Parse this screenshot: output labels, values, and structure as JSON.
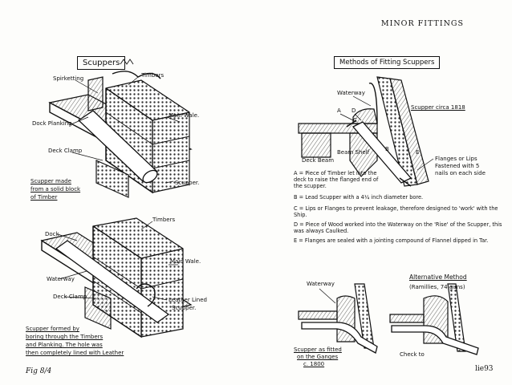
{
  "header": {
    "title": "MINOR FITTINGS"
  },
  "footer": {
    "figure": "Fig 8/4",
    "page": "lie93"
  },
  "left": {
    "title": "Scuppers",
    "top": {
      "labels": [
        "Spirketting",
        "Timbers",
        "Dock Planking",
        "Main Wale.",
        "Deck Clamp",
        "Scupper."
      ],
      "caption": [
        "Scupper made",
        "from a solid block",
        "of Timber"
      ]
    },
    "bottom": {
      "labels": [
        "Timbers",
        "Dock",
        "Main Wale.",
        "Waterway",
        "Deck Clamp",
        "Leather Lined",
        "Scupper."
      ],
      "caption": [
        "Scupper formed by",
        "boring through the Timbers",
        "and Planking. The hole was",
        "then completely lined with Leather"
      ]
    }
  },
  "right": {
    "title": "Methods of Fitting Scuppers",
    "top": {
      "labels": [
        "Waterway",
        "A",
        "D",
        "C",
        "Scupper circa 1818",
        "Deck Beam",
        "Beam Shelf",
        "B",
        "E",
        "Flanges or Lips",
        "Fastened with 5",
        "nails on each side"
      ],
      "notes": [
        "A = Piece of Timber let into the deck to raise the flanged end of the scupper.",
        "B = Lead Scupper with a 4¼ inch diameter bore.",
        "C = Lips or Flanges to prevent leakage, therefore designed to 'work' with the Ship.",
        "D = Piece of Wood worked into the Waterway on the 'Rise' of the Scupper, this was always Caulked.",
        "E = Flanges are sealed with a jointing compound of Flannel dipped in Tar."
      ]
    },
    "bottom": {
      "labels": [
        "Waterway",
        "Alternative Method",
        "(Ramillies, 74 guns)"
      ],
      "caption_left": [
        "Scupper as fitted",
        "on the Ganges",
        "c. 1800"
      ],
      "caption_right": [
        "Check to"
      ]
    }
  }
}
